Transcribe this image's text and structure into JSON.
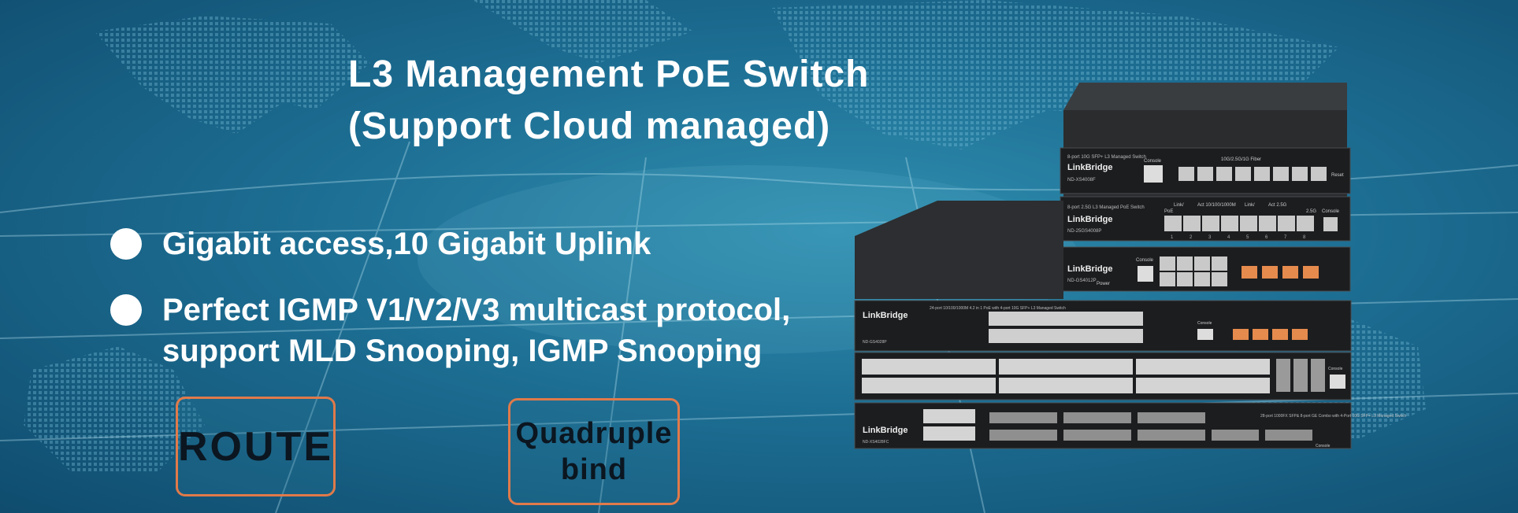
{
  "banner": {
    "title_line1": "L3 Management PoE Switch",
    "title_line2": "(Support Cloud managed)",
    "features": [
      {
        "line1": "Gigabit access,10 Gigabit Uplink"
      },
      {
        "line1": "Perfect IGMP V1/V2/V3 multicast protocol,",
        "line2": "support MLD Snooping, IGMP Snooping"
      }
    ],
    "badge_route": "ROUTE",
    "badge_bind_line1": "Quadruple",
    "badge_bind_line2": "bind"
  },
  "products": {
    "brand": "LinkBridge",
    "units": [
      {
        "model": "ND-XS4008F",
        "desc": "8-port 10G SFP+ L3 Managed Switch",
        "port_label": "10G/2.5G/1G Fiber",
        "console": "Console",
        "reset": "Reset"
      },
      {
        "model": "ND-25GS4008P",
        "desc": "8-port 2.5G L3 Managed PoE Switch",
        "legend1": "Link/",
        "legend2": "Act 10/100/1000M",
        "legend3": "Link/",
        "legend4": "Act 2.5G",
        "poe": "PoE",
        "tag25": "2.5G",
        "console": "Console",
        "numbers": [
          "1",
          "2",
          "3",
          "4",
          "5",
          "6",
          "7",
          "8"
        ]
      },
      {
        "model": "ND-GS4012P",
        "console": "Console",
        "power": "Power"
      },
      {
        "model": "ND-GS4028P",
        "desc": "24-port 10/100/1000M 4.2 in 1 PoE with 4-port 10G SFP+ L3 Managed Switch",
        "console": "Console"
      },
      {
        "model": "",
        "console": "Console"
      },
      {
        "model": "ND-XS4028FC",
        "desc": "28-port 1000FX SFP& 8-port GE Combo with 4-Port 10G SFP+ L3 Managed Switch",
        "console": "Console"
      }
    ]
  },
  "colors": {
    "accent_border": "#e07a4a",
    "background": "#1d6e93",
    "text": "#ffffff"
  }
}
